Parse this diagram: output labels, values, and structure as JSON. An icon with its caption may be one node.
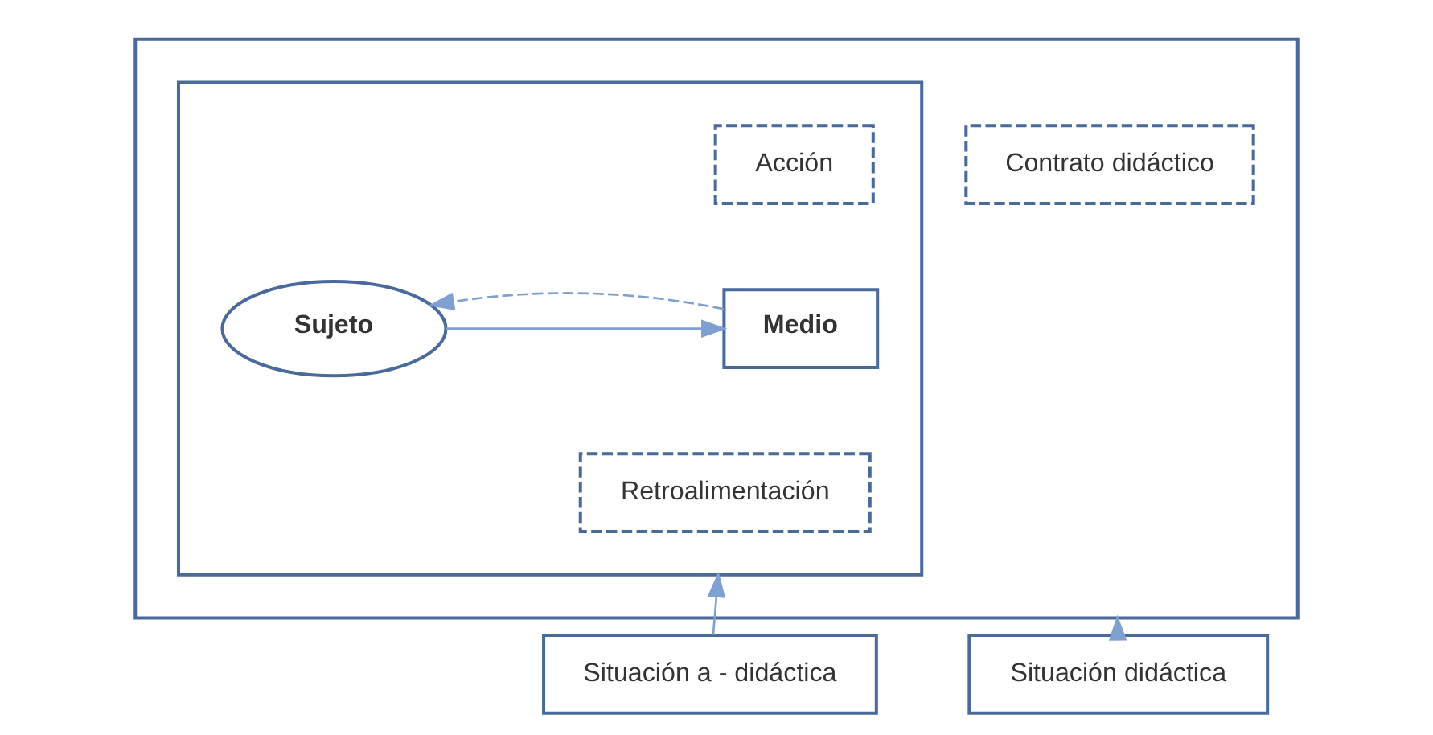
{
  "diagram": {
    "nodes": [
      {
        "text": [],
        "shape": "box"
      },
      {
        "text": [],
        "shape": "box",
        "in": 0
      },
      {
        "text": [
          "Acción"
        ],
        "in": 1
      },
      {
        "text": [
          "Medio"
        ],
        "in": 1
      },
      {
        "text": [
          "Sujeto"
        ],
        "in": 1
      },
      {
        "text": [
          "Retroalimentación"
        ],
        "in": 1
      },
      {
        "text": [
          "Contrato didáctico"
        ],
        "in": 0
      },
      {
        "text": [
          "Situación a - didáctica"
        ]
      },
      {
        "text": [
          "Situación didáctica"
        ]
      }
    ],
    "edges": [
      {
        "from": 4,
        "to": 3,
        "arrow": "to"
      },
      {
        "from": 3,
        "to": 4,
        "arrow": "to",
        "style": "dashed"
      },
      {
        "from": 7,
        "to": 1,
        "arrow": "to"
      },
      {
        "from": 8,
        "to": 0,
        "arrow": "to"
      }
    ]
  }
}
